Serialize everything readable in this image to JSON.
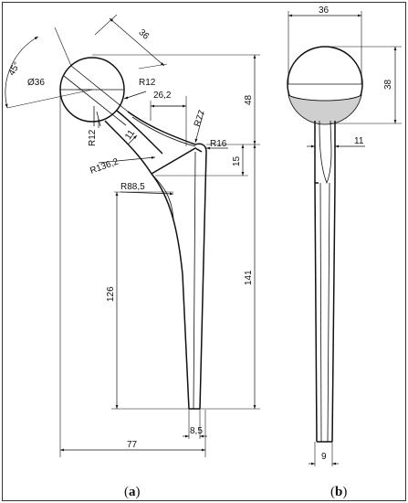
{
  "colors": {
    "line": "#111111",
    "shade": "#cfcfcf",
    "background": "#ffffff",
    "border": "#333333"
  },
  "view_a": {
    "caption_prefix": "(",
    "caption_letter": "a",
    "caption_suffix": ")",
    "dims": {
      "angle": "45°",
      "head_diameter": "Ø36",
      "head_size": "36",
      "radius_r12_top": "R12",
      "radius_r12_left": "R12",
      "neck_width": "11",
      "neck_length": "26,2",
      "radius_r77": "R77",
      "radius_r16": "R16",
      "radius_r136": "R136,2",
      "radius_r88": "R88,5",
      "height_48": "48",
      "height_15": "15",
      "height_126": "126",
      "height_141": "141",
      "tip_width": "8,5",
      "total_width": "77"
    }
  },
  "view_b": {
    "caption_prefix": "(",
    "caption_letter": "b",
    "caption_suffix": ")",
    "dims": {
      "head_width": "36",
      "head_height": "38",
      "neck_width": "11",
      "stem_width": "9"
    }
  }
}
